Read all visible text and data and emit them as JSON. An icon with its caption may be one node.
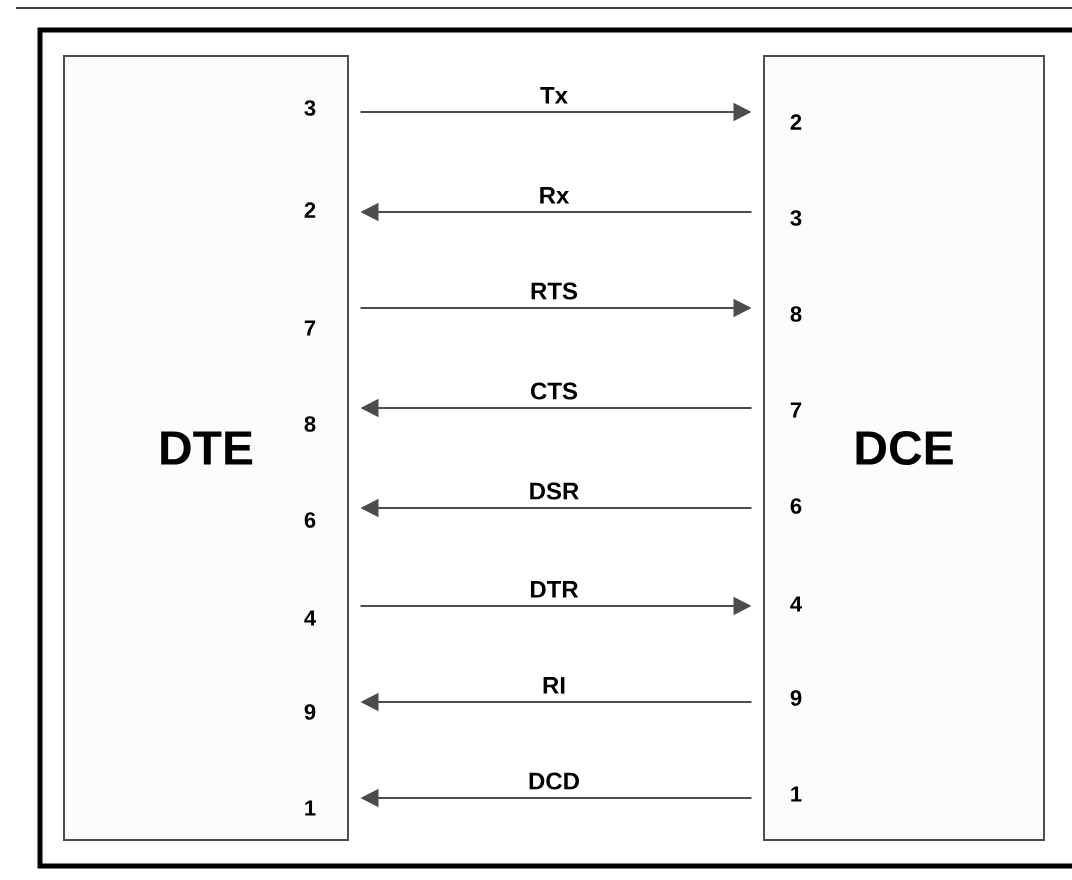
{
  "diagram": {
    "nodes": [
      {
        "text": [
          "DTE"
        ]
      },
      {
        "text": [
          "DCE"
        ]
      },
      {
        "text": [
          "3"
        ],
        "in": 0
      },
      {
        "text": [
          "2"
        ],
        "in": 0
      },
      {
        "text": [
          "7"
        ],
        "in": 0
      },
      {
        "text": [
          "8"
        ],
        "in": 0
      },
      {
        "text": [
          "6"
        ],
        "in": 0
      },
      {
        "text": [
          "4"
        ],
        "in": 0
      },
      {
        "text": [
          "9"
        ],
        "in": 0
      },
      {
        "text": [
          "1"
        ],
        "in": 0
      },
      {
        "text": [
          "2"
        ],
        "in": 1
      },
      {
        "text": [
          "3"
        ],
        "in": 1
      },
      {
        "text": [
          "8"
        ],
        "in": 1
      },
      {
        "text": [
          "7"
        ],
        "in": 1
      },
      {
        "text": [
          "6"
        ],
        "in": 1
      },
      {
        "text": [
          "4"
        ],
        "in": 1
      },
      {
        "text": [
          "9"
        ],
        "in": 1
      },
      {
        "text": [
          "1"
        ],
        "in": 1
      }
    ],
    "edges": [
      {
        "from": 2,
        "to": 10,
        "arrow": "to",
        "label": "Tx"
      },
      {
        "from": 11,
        "to": 3,
        "arrow": "to",
        "label": "Rx"
      },
      {
        "from": 4,
        "to": 12,
        "arrow": "to",
        "label": "RTS"
      },
      {
        "from": 13,
        "to": 5,
        "arrow": "to",
        "label": "CTS"
      },
      {
        "from": 14,
        "to": 6,
        "arrow": "to",
        "label": "DSR"
      },
      {
        "from": 7,
        "to": 15,
        "arrow": "to",
        "label": "DTR"
      },
      {
        "from": 16,
        "to": 8,
        "arrow": "to",
        "label": "RI"
      },
      {
        "from": 17,
        "to": 9,
        "arrow": "to",
        "label": "DCD"
      }
    ]
  }
}
